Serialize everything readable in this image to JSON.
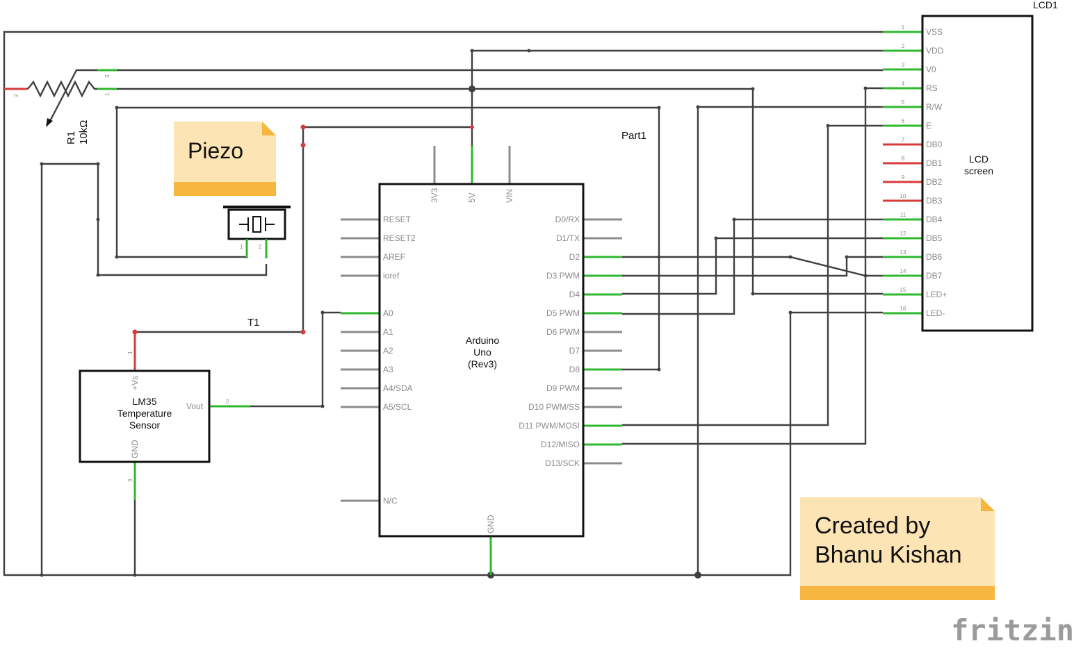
{
  "notes": {
    "piezo": "Piezo",
    "credit_line1": "Created by",
    "credit_line2": "Bhanu Kishan"
  },
  "logo": "fritzing",
  "components": {
    "lcd": {
      "ref": "LCD1",
      "title_line1": "LCD",
      "title_line2": "screen",
      "pins": [
        {
          "num": "1",
          "name": "VSS",
          "state": "ok"
        },
        {
          "num": "2",
          "name": "VDD",
          "state": "ok"
        },
        {
          "num": "3",
          "name": "V0",
          "state": "ok"
        },
        {
          "num": "4",
          "name": "RS",
          "state": "ok"
        },
        {
          "num": "5",
          "name": "R/W",
          "state": "ok"
        },
        {
          "num": "6",
          "name": "E",
          "state": "ok"
        },
        {
          "num": "7",
          "name": "DB0",
          "state": "bad"
        },
        {
          "num": "8",
          "name": "DB1",
          "state": "bad"
        },
        {
          "num": "9",
          "name": "DB2",
          "state": "bad"
        },
        {
          "num": "10",
          "name": "DB3",
          "state": "bad"
        },
        {
          "num": "11",
          "name": "DB4",
          "state": "ok"
        },
        {
          "num": "12",
          "name": "DB5",
          "state": "ok"
        },
        {
          "num": "13",
          "name": "DB6",
          "state": "ok"
        },
        {
          "num": "14",
          "name": "DB7",
          "state": "ok"
        },
        {
          "num": "15",
          "name": "LED+",
          "state": "ok"
        },
        {
          "num": "16",
          "name": "LED-",
          "state": "ok"
        }
      ]
    },
    "arduino": {
      "ref": "Part1",
      "title": [
        "Arduino",
        "Uno",
        "(Rev3)"
      ],
      "top_pins": [
        {
          "name": "3V3",
          "state": "none"
        },
        {
          "name": "5V",
          "state": "ok"
        },
        {
          "name": "VIN",
          "state": "none"
        }
      ],
      "bottom_pin": {
        "name": "GND",
        "state": "ok"
      },
      "left_pins": [
        {
          "name": "RESET",
          "state": "none"
        },
        {
          "name": "RESET2",
          "state": "none"
        },
        {
          "name": "AREF",
          "state": "none"
        },
        {
          "name": "ioref",
          "state": "none"
        },
        {
          "name": "",
          "state": "skip"
        },
        {
          "name": "A0",
          "state": "ok"
        },
        {
          "name": "A1",
          "state": "none"
        },
        {
          "name": "A2",
          "state": "none"
        },
        {
          "name": "A3",
          "state": "none"
        },
        {
          "name": "A4/SDA",
          "state": "none"
        },
        {
          "name": "A5/SCL",
          "state": "none"
        },
        {
          "name": "",
          "state": "skip"
        },
        {
          "name": "",
          "state": "skip"
        },
        {
          "name": "",
          "state": "skip"
        },
        {
          "name": "",
          "state": "skip"
        },
        {
          "name": "N/C",
          "state": "none"
        }
      ],
      "right_pins": [
        {
          "name": "D0/RX",
          "state": "none"
        },
        {
          "name": "D1/TX",
          "state": "none"
        },
        {
          "name": "D2",
          "state": "ok"
        },
        {
          "name": "D3 PWM",
          "state": "ok"
        },
        {
          "name": "D4",
          "state": "ok"
        },
        {
          "name": "D5 PWM",
          "state": "ok"
        },
        {
          "name": "D6 PWM",
          "state": "none"
        },
        {
          "name": "D7",
          "state": "none"
        },
        {
          "name": "D8",
          "state": "ok"
        },
        {
          "name": "D9 PWM",
          "state": "none"
        },
        {
          "name": "D10 PWM/SS",
          "state": "none"
        },
        {
          "name": "D11 PWM/MOSI",
          "state": "ok"
        },
        {
          "name": "D12/MISO",
          "state": "ok"
        },
        {
          "name": "D13/SCK",
          "state": "none"
        }
      ]
    },
    "lm35": {
      "ref": "T1",
      "title": [
        "LM35",
        "Temperature",
        "Sensor"
      ],
      "pin_vs": {
        "name": "+Vs",
        "num": "1"
      },
      "pin_vout": {
        "name": "Vout",
        "num": "2"
      },
      "pin_gnd": {
        "name": "GND",
        "num": "3"
      }
    },
    "potentiometer": {
      "ref": "R1",
      "value": "10kΩ",
      "pin_numbers": [
        "2",
        "3",
        "1"
      ]
    },
    "piezo": {
      "pin_numbers": [
        "1",
        "2"
      ]
    }
  }
}
